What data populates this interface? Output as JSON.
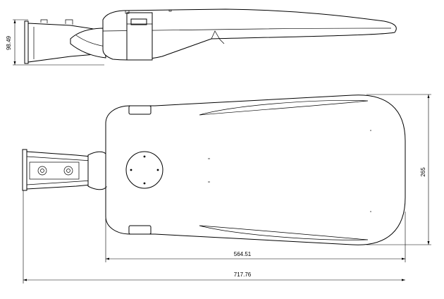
{
  "drawing": {
    "dimensions": {
      "side_height": "98.49",
      "top_width": "265",
      "body_length": "564.51",
      "overall_length": "717.76"
    }
  }
}
